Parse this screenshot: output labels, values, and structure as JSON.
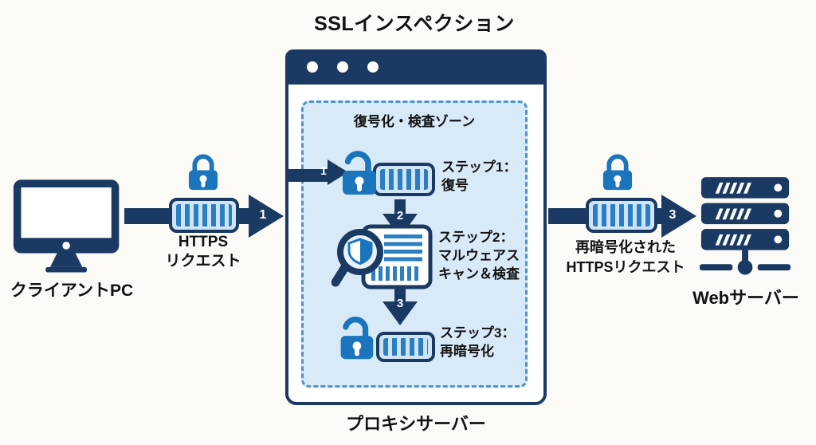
{
  "title": "SSLインスペクション",
  "client": {
    "label": "クライアントPC",
    "icon": "desktop-monitor-icon"
  },
  "left_flow": {
    "badge": "1",
    "lock_icon": "closed-padlock-icon",
    "packet_icon": "encrypted-data-packet-icon",
    "label_lines": [
      "HTTPS",
      "リクエスト"
    ]
  },
  "proxy": {
    "label": "プロキシサーバー",
    "window_icon": "browser-window-icon",
    "zone": {
      "title": "復号化・検査ゾーン",
      "entry_badge": "1",
      "steps": [
        {
          "badge": "1",
          "icon": "unlocked-padlock-with-data-icon",
          "lines": [
            "ステップ1：",
            "復号"
          ]
        },
        {
          "badge": "2",
          "icon": "magnifier-shield-document-icon",
          "lines": [
            "ステップ2：",
            "マルウェアス",
            "キャン＆検査"
          ]
        },
        {
          "badge": "3",
          "icon": "unlocked-padlock-with-data-icon",
          "lines": [
            "ステップ3：",
            "再暗号化"
          ]
        }
      ]
    }
  },
  "right_flow": {
    "badge": "3",
    "lock_icon": "closed-padlock-icon",
    "packet_icon": "encrypted-data-packet-icon",
    "label_lines": [
      "再暗号化された",
      "HTTPSリクエスト"
    ]
  },
  "server": {
    "label": "Webサーバー",
    "icon": "server-rack-icon"
  },
  "colors": {
    "navy": "#1a3a63",
    "accent_blue": "#1b75bc",
    "zone_fill": "#d8eaf8",
    "zone_border": "#4f94cd",
    "packet_fill": "#cfe4f6",
    "stripe_blue": "#2b7ec1",
    "background": "#fbfaf7",
    "text": "#121212"
  }
}
